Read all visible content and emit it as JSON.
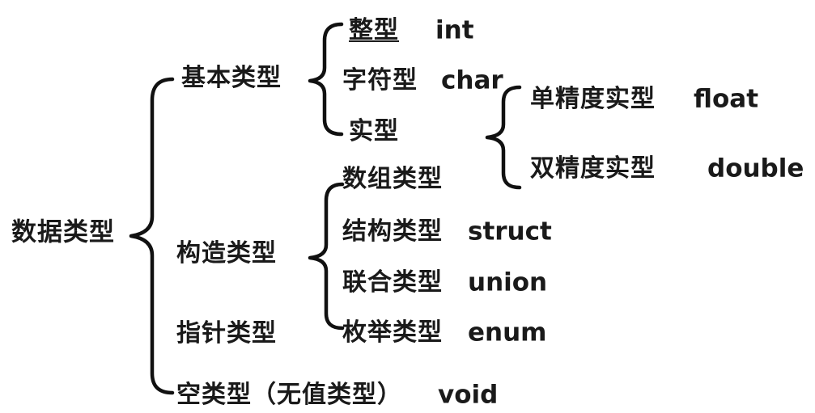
{
  "diagram": {
    "root": "数据类型",
    "basic": {
      "label": "基本类型",
      "int_cn": "整型",
      "int_en": "int",
      "char_cn": "字符型",
      "char_en": "char",
      "real_cn": "实型",
      "float_cn": "单精度实型",
      "float_en": "float",
      "double_cn": "双精度实型",
      "double_en": "double"
    },
    "construct": {
      "label": "构造类型",
      "array_cn": "数组类型",
      "struct_cn": "结构类型",
      "struct_en": "struct",
      "union_cn": "联合类型",
      "union_en": "union",
      "enum_cn": "枚举类型",
      "enum_en": "enum"
    },
    "pointer": {
      "label": "指针类型"
    },
    "void": {
      "label": "空类型（无值类型）",
      "en": "void"
    }
  }
}
